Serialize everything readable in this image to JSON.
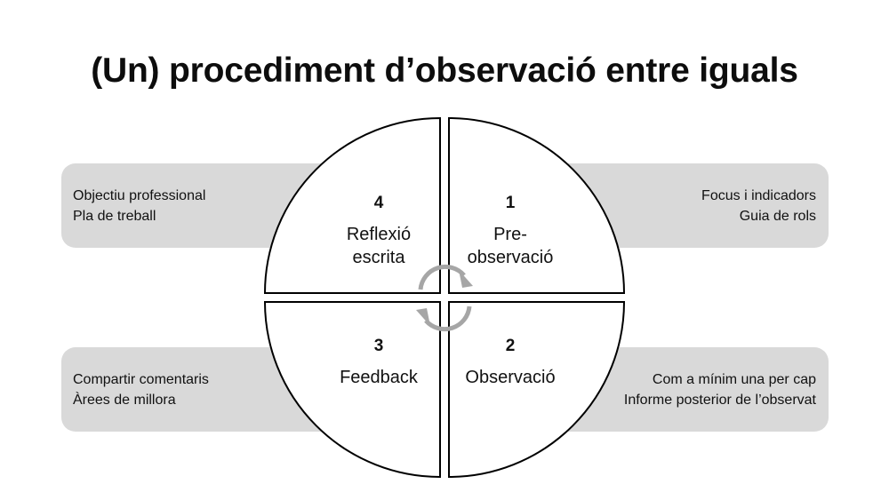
{
  "title": "(Un) procediment d’observació entre iguals",
  "quadrants": [
    {
      "number": "1",
      "name_lines": [
        "Pre-",
        "observació"
      ]
    },
    {
      "number": "2",
      "name_lines": [
        "Observació"
      ]
    },
    {
      "number": "3",
      "name_lines": [
        "Feedback"
      ]
    },
    {
      "number": "4",
      "name_lines": [
        "Reflexió",
        "escrita"
      ]
    }
  ],
  "side_boxes": {
    "top_left": [
      "Objectiu professional",
      "Pla de treball"
    ],
    "top_right": [
      "Focus i indicadors",
      "Guia de rols"
    ],
    "bottom_left": [
      "Compartir comentaris",
      "Àrees de millora"
    ],
    "bottom_right": [
      "Com a mínim una per cap",
      "Informe posterior de l’observat"
    ]
  },
  "colors": {
    "box_fill": "#d9d9d9",
    "circle_stroke": "#000000",
    "cycle_arrows": "#a6a6a6"
  },
  "icons": {
    "cycle": "circular-arrows-icon"
  }
}
